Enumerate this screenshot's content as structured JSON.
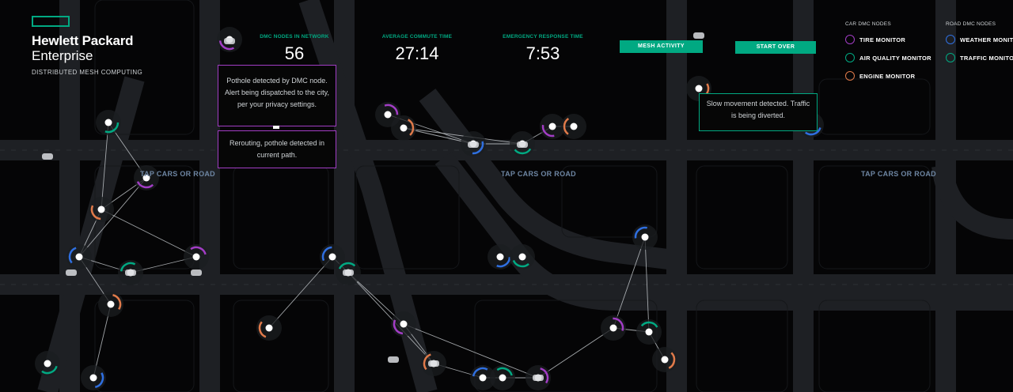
{
  "brand": {
    "line1": "Hewlett Packard",
    "line2": "Enterprise",
    "subtitle": "DISTRIBUTED MESH COMPUTING"
  },
  "stats": [
    {
      "label": "DMC NODES IN NETWORK",
      "value": "56"
    },
    {
      "label": "AVERAGE COMMUTE TIME",
      "value": "27:14"
    },
    {
      "label": "EMERGENCY RESPONSE TIME",
      "value": "7:53"
    }
  ],
  "buttons": {
    "mesh_activity": "MESH ACTIVITY",
    "start_over": "START OVER"
  },
  "legend": {
    "car_title": "CAR DMC NODES",
    "car_items": [
      "TIRE MONITOR",
      "AIR QUALITY MONITOR",
      "ENGINE MONITOR"
    ],
    "road_title": "ROAD DMC NODES",
    "road_items": [
      "WEATHER MONITOR",
      "TRAFFIC MONITOR"
    ]
  },
  "popups": {
    "pothole": "Pothole detected by DMC node. Alert being dispatched to the city, per your privacy settings.",
    "rerouting": "Rerouting, pothole detected in current path.",
    "slow": "Slow movement detected. Traffic is being diverted."
  },
  "tap_label": "TAP CARS OR ROAD",
  "colors": {
    "accent": "#01a982",
    "tire": "#a23dc5",
    "air": "#01a982",
    "engine": "#e07a4a",
    "weather": "#2f6fe0",
    "traffic": "#01a982"
  },
  "icons": {
    "tire": "purple-ring-icon",
    "air": "green-ring-icon",
    "engine": "orange-ring-icon",
    "weather": "blue-ring-icon",
    "traffic": "teal-ring-icon"
  }
}
